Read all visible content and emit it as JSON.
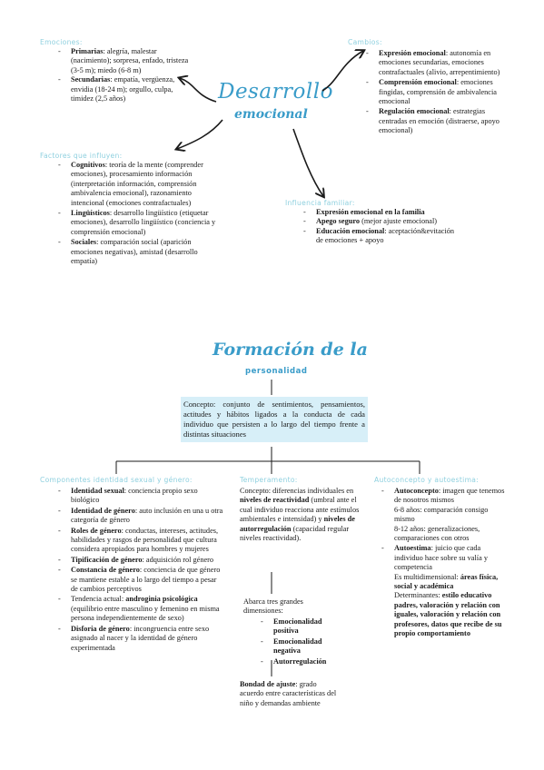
{
  "top": {
    "title_line1": "Desarrollo",
    "title_line2": "emocional",
    "emociones": {
      "heading": "Emociones:",
      "items": [
        {
          "label": "Primarias",
          "text": ": alegría, malestar (nacimiento); sorpresa, enfado, tristeza (3-5 m); miedo (6-8 m)"
        },
        {
          "label": "Secundarias",
          "text": ": empatía, vergüenza, envidia (18-24 m); orgullo, culpa, timidez (2,5 años)"
        }
      ]
    },
    "cambios": {
      "heading": "Cambios:",
      "items": [
        {
          "label": "Expresión emocional",
          "text": ": autonomía en emociones secundarias, emociones contrafactuales (alivio, arrepentimiento)"
        },
        {
          "label": "Comprensión emocional",
          "text": ": emociones fingidas, comprensión de ambivalencia emocional"
        },
        {
          "label": "Regulación emocional",
          "text": ": estrategias centradas en emoción (distraerse, apoyo emocional)"
        }
      ]
    },
    "factores": {
      "heading": "Factores que influyen:",
      "items": [
        {
          "label": "Cognitivos",
          "text": ": teoría de la mente (comprender emociones), procesamiento información (interpretación información, comprensión ambivalencia emocional), razonamiento intencional (emociones contrafactuales)"
        },
        {
          "label": "Lingüísticos",
          "text": ": desarrollo lingüístico (etiquetar emociones), desarrollo lingüístico (conciencia y comprensión emocional)"
        },
        {
          "label": "Sociales",
          "text": ": comparación social (aparición emociones negativas), amistad (desarrollo empatía)"
        }
      ]
    },
    "familiar": {
      "heading": "Influencia familiar:",
      "items": [
        {
          "label": "Expresión emocional en la familia",
          "text": ""
        },
        {
          "label": "Apego seguro",
          "text": " (mejor ajuste emocional)"
        },
        {
          "label": "Educación emocional",
          "text": ": aceptación&evitación de emociones + apoyo"
        }
      ]
    }
  },
  "bottom": {
    "title_line1": "Formación de la",
    "title_line2": "personalidad",
    "concept": "Concepto: conjunto de sentimientos, pensamientos, actitudes y hábitos ligados a la conducta de cada individuo que persisten a lo largo del tiempo frente a distintas situaciones",
    "identidad": {
      "heading": "Componentes identidad sexual y género:",
      "items": [
        {
          "label": "Identidad sexual",
          "text": ": conciencia propio sexo biológico"
        },
        {
          "label": "Identidad de género",
          "text": ": auto inclusión en una u otra categoría de género"
        },
        {
          "label": "Roles de género",
          "text": ": conductas, intereses, actitudes, habilidades y rasgos de personalidad que cultura considera apropiados para hombres y mujeres"
        },
        {
          "label": "Tipificación de género",
          "text": ": adquisición rol género"
        },
        {
          "label": "Constancia de género",
          "text": ": conciencia de que género se mantiene estable a lo largo del tiempo a pesar de cambios perceptivos"
        },
        {
          "label": "",
          "pre": "Tendencia actual: ",
          "bold": "androginia psicológica",
          "text": " (equilibrio entre masculino y femenino en misma persona independientemente de sexo)"
        },
        {
          "label": "Disforia de género",
          "text": ": incongruencia entre sexo asignado al nacer y la identidad de género experimentada"
        }
      ]
    },
    "temperamento": {
      "heading": "Temperamento:",
      "intro_pre": "Concepto: diferencias individuales en ",
      "intro_b1": "niveles de reactividad",
      "intro_mid": " (umbral ante el cual individuo reacciona ante estímulos ambientales e intensidad) y ",
      "intro_b2": "niveles de autorregulación",
      "intro_post": " (capacidad regular niveles reactividad).",
      "dims_intro": "Abarca tres grandes dimensiones:",
      "dims": [
        "Emocionalidad positiva",
        "Emocionalidad negativa",
        "Autorregulación"
      ],
      "bondad_label": "Bondad de ajuste",
      "bondad_text": ": grado acuerdo entre características del niño y demandas ambiente"
    },
    "autoconcepto": {
      "heading": "Autoconcepto y autoestima:",
      "item1_label": "Autoconcepto",
      "item1_text": ": imagen que tenemos de nosotros mismos",
      "item1_sub1": "6-8 años: comparación consigo mismo",
      "item1_sub2": "8-12 años: generalizaciones, comparaciones con otros",
      "item2_label": "Autoestima",
      "item2_text": ": juicio que cada individuo hace sobre su valía y competencia",
      "item2_sub1": "Es multidimensional:",
      "item2_sub1b": "áreas física, social y académica",
      "item2_sub2": "Determinantes: ",
      "item2_sub2b": "estilo educativo padres, valoración y relación con iguales, valoración y relación con profesores, datos que recibe de su propio comportamiento"
    }
  }
}
